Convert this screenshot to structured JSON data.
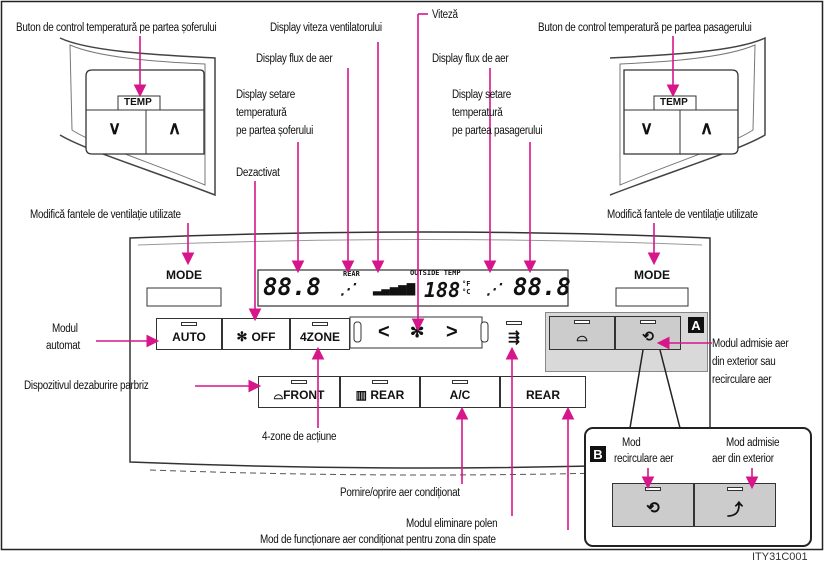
{
  "labels": {
    "driver_temp_button": "Buton de control temperatură pe partea șoferului",
    "fan_speed_display": "Display viteza ventilatorului",
    "speed": "Viteză",
    "passenger_temp_button": "Buton de control temperatură pe partea pasagerului",
    "airflow_display_left": "Display flux de aer",
    "airflow_display_right": "Display flux de aer",
    "driver_temp_display": [
      "Display setare",
      "temperatură",
      "pe partea șoferului"
    ],
    "passenger_temp_display": [
      "Display setare",
      "temperatură",
      "pe partea pasagerului"
    ],
    "off_label": "Dezactivat",
    "vents_left": "Modifică fantele de ventilație utilizate",
    "vents_right": "Modifică fantele de ventilație utilizate",
    "auto_mode": [
      "Modul",
      "automat"
    ],
    "defrost": "Dispozitivul dezaburire parbriz",
    "four_zone": "4-zone de acțiune",
    "ac_toggle": "Pornire/oprire aer condiționat",
    "pollen_mode": "Modul eliminare polen",
    "rear_zone_ac": "Mod de funcționare aer condiționat pentru zona din spate",
    "intake_mode": [
      "Modul admisie aer",
      "din exterior sau",
      "recirculare aer"
    ],
    "recirc_mode": [
      "Mod",
      "recirculare aer"
    ],
    "outside_mode": [
      "Mod admisie",
      "aer din exterior"
    ]
  },
  "callouts": {
    "a": "A",
    "b": "B"
  },
  "figure_code": "ITY31C001",
  "knobs": {
    "temp_label": "TEMP",
    "down": "∨",
    "up": "∧"
  },
  "panel": {
    "mode_left": "MODE",
    "mode_right": "MODE",
    "auto": "AUTO",
    "off": "OFF",
    "four_zone": "4ZONE",
    "front": "FRONT",
    "rear_defrost": "REAR",
    "ac": "A/C",
    "rear": "REAR",
    "lcd_left_temp": "88.8",
    "lcd_rear_tag": "REAR",
    "lcd_outside_tag": "OUTSIDE TEMP",
    "lcd_outside_value": "188",
    "lcd_units": "°F °C",
    "lcd_right_temp": "88.8",
    "arrow_left": "<",
    "arrow_right": ">"
  },
  "icons": [
    "fan-icon",
    "windshield-defrost-icon",
    "rear-defrost-icon",
    "recirculation-icon",
    "outside-air-icon",
    "pollen-icon",
    "airflow-icon",
    "fan-level-icon"
  ]
}
